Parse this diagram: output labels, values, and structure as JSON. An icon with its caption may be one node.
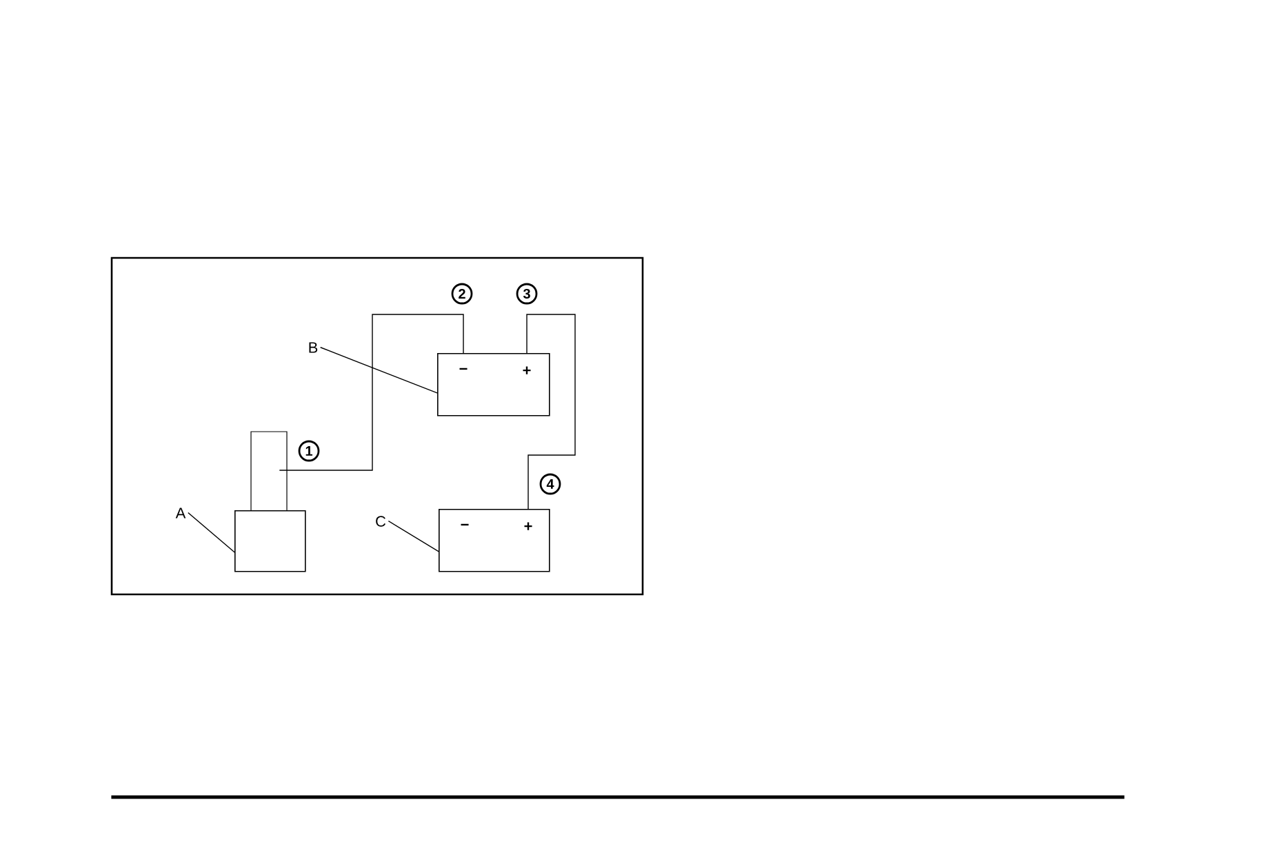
{
  "diagram": {
    "nodes": [
      {
        "text": [
          "A"
        ]
      },
      {
        "text": [],
        "shape": "box"
      },
      {
        "text": [
          "B"
        ]
      },
      {
        "text": [
          "−",
          "+"
        ]
      },
      {
        "text": [
          "C"
        ]
      },
      {
        "text": [
          "−",
          "+"
        ]
      }
    ],
    "edges": [
      {
        "from": 0,
        "to": 1,
        "arrow": "none"
      },
      {
        "from": 2,
        "to": 3,
        "arrow": "none"
      },
      {
        "from": 4,
        "to": 5,
        "arrow": "none"
      },
      {
        "from": 1,
        "to": 3,
        "arrow": "none"
      },
      {
        "from": 3,
        "to": 5,
        "arrow": "none"
      }
    ],
    "labels": [
      "2",
      "3",
      "1",
      "4"
    ]
  }
}
